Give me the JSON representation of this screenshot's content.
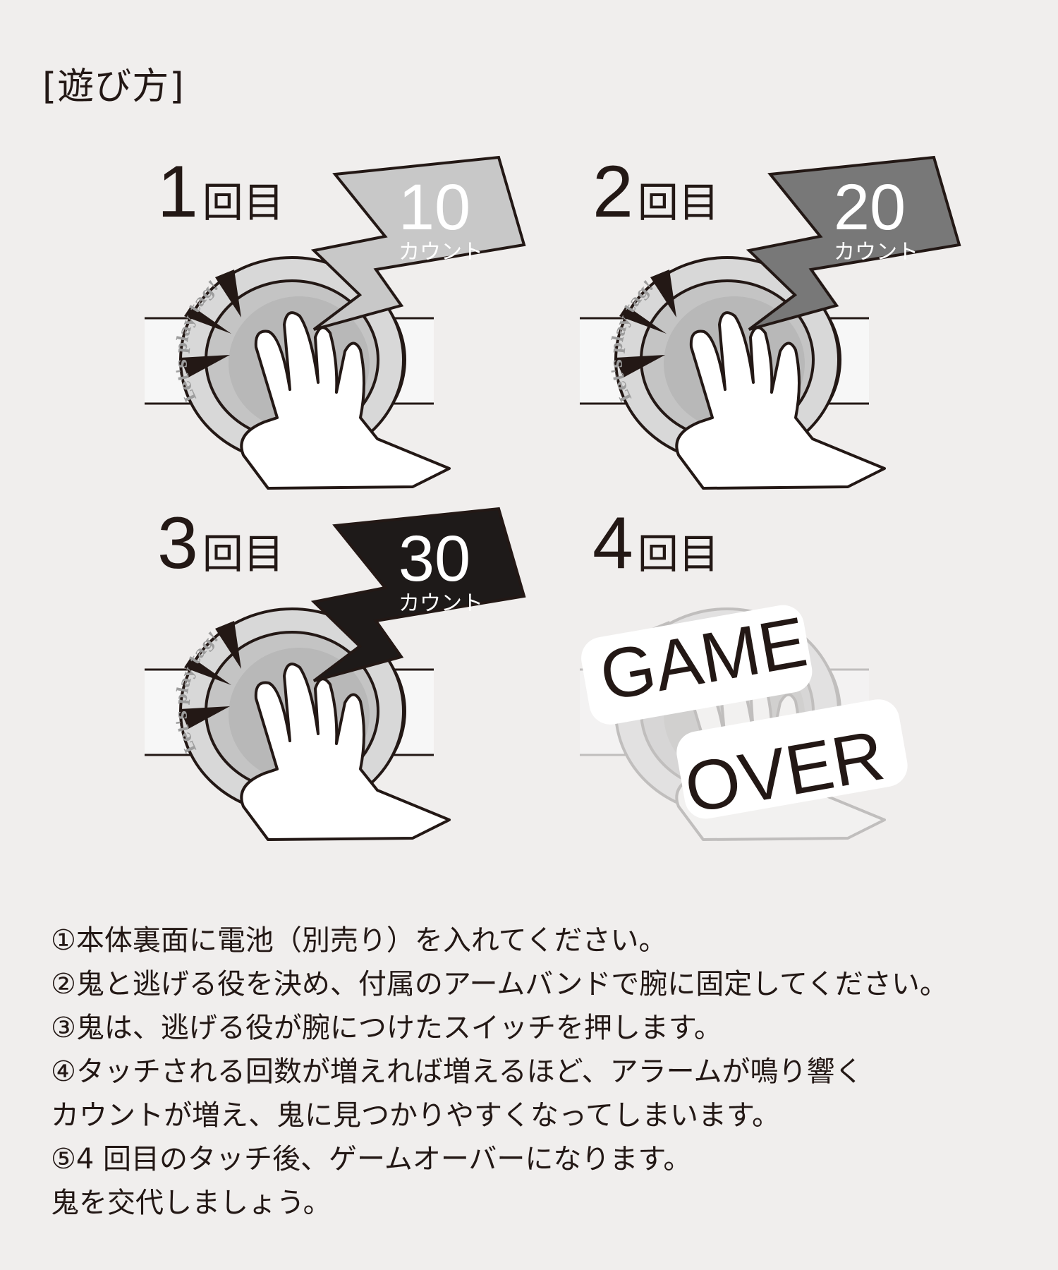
{
  "title": "[遊び方]",
  "ring_text": "Let's play tag!",
  "panels": [
    {
      "num": "1",
      "suffix": "回目",
      "count": "10",
      "count_unit": "カウント",
      "bolt_color": "#c8c8c8"
    },
    {
      "num": "2",
      "suffix": "回目",
      "count": "20",
      "count_unit": "カウント",
      "bolt_color": "#787878"
    },
    {
      "num": "3",
      "suffix": "回目",
      "count": "30",
      "count_unit": "カウント",
      "bolt_color": "#1e1a19"
    },
    {
      "num": "4",
      "suffix": "回目",
      "game_over": [
        "GAME",
        "OVER"
      ]
    }
  ],
  "instructions": [
    "①本体裏面に電池（別売り）を入れてください。",
    "②鬼と逃げる役を決め、付属のアームバンドで腕に固定してください。",
    "③鬼は、逃げる役が腕につけたスイッチを押します。",
    "④タッチされる回数が増えれば増えるほど、アラームが鳴り響く",
    "カウントが増え、鬼に見つかりやすくなってしまいます。",
    "⑤4 回目のタッチ後、ゲームオーバーになります。",
    "鬼を交代しましょう。"
  ]
}
